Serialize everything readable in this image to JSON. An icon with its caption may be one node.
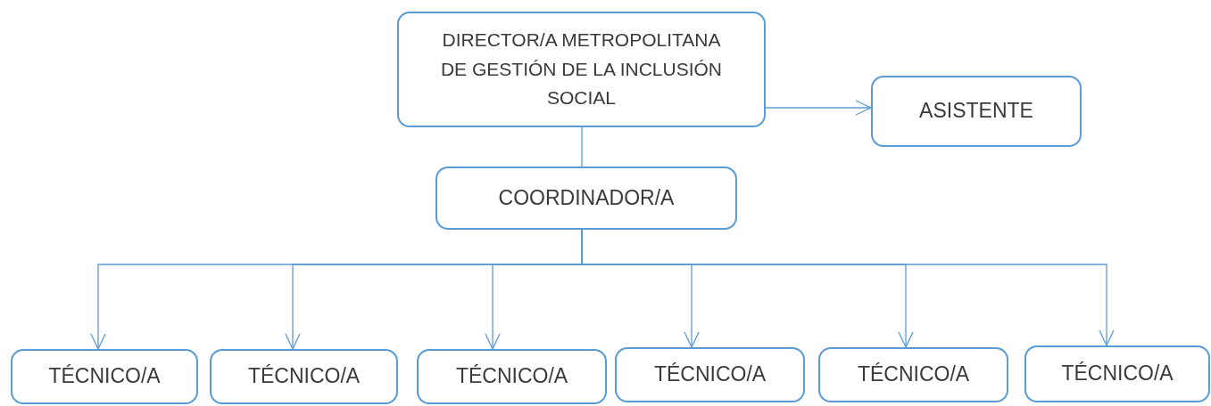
{
  "diagram": {
    "nodes": [
      {
        "text": [
          "DIRECTOR/A METROPOLITANA DE GESTIÓN DE LA INCLUSIÓN SOCIAL"
        ]
      },
      {
        "text": [
          "ASISTENTE"
        ]
      },
      {
        "text": [
          "COORDINADOR/A"
        ]
      },
      {
        "text": [
          "TÉCNICO/A"
        ]
      },
      {
        "text": [
          "TÉCNICO/A"
        ]
      },
      {
        "text": [
          "TÉCNICO/A"
        ]
      },
      {
        "text": [
          "TÉCNICO/A"
        ]
      },
      {
        "text": [
          "TÉCNICO/A"
        ]
      },
      {
        "text": [
          "TÉCNICO/A"
        ]
      }
    ],
    "edges": [
      {
        "from": 0,
        "to": 1,
        "arrow": "to"
      },
      {
        "from": 0,
        "to": 2,
        "arrow": "none"
      },
      {
        "from": 2,
        "to": 3,
        "arrow": "to"
      },
      {
        "from": 2,
        "to": 4,
        "arrow": "to"
      },
      {
        "from": 2,
        "to": 5,
        "arrow": "to"
      },
      {
        "from": 2,
        "to": 6,
        "arrow": "to"
      },
      {
        "from": 2,
        "to": 7,
        "arrow": "to"
      },
      {
        "from": 2,
        "to": 8,
        "arrow": "to"
      }
    ]
  }
}
